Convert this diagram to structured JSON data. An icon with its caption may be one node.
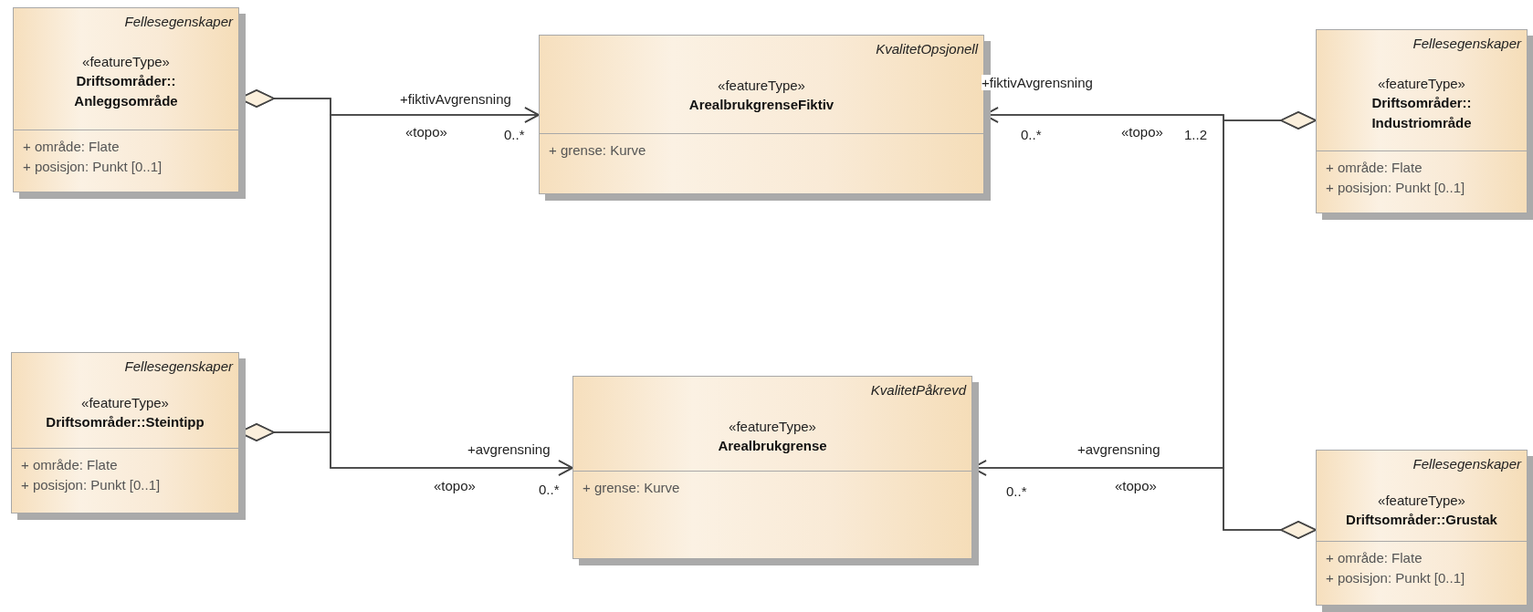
{
  "diagram": {
    "nodes": [
      {
        "text": [
          "Fellesegenskaper",
          "«featureType»",
          "Driftsområder:: Anleggsområde",
          "+ område: Flate",
          "+ posisjon: Punkt [0..1]"
        ]
      },
      {
        "text": [
          "KvalitetOpsjonell",
          "«featureType»",
          "ArealbrukgrenseFiktiv",
          "+ grense: Kurve"
        ]
      },
      {
        "text": [
          "Fellesegenskaper",
          "«featureType»",
          "Driftsområder:: Industriområde",
          "+ område: Flate",
          "+ posisjon: Punkt [0..1]"
        ]
      },
      {
        "text": [
          "Fellesegenskaper",
          "«featureType»",
          "Driftsområder::Steintipp",
          "+ område: Flate",
          "+ posisjon: Punkt [0..1]"
        ]
      },
      {
        "text": [
          "KvalitetPåkrevd",
          "«featureType»",
          "Arealbrukgrense",
          "+ grense: Kurve"
        ]
      },
      {
        "text": [
          "Fellesegenskaper",
          "«featureType»",
          "Driftsområder::Grustak",
          "+ område: Flate",
          "+ posisjon: Punkt [0..1]"
        ]
      }
    ],
    "edges": [
      {
        "from": 0,
        "to": 1,
        "arrow": "to",
        "label": "+fiktivAvgrensning"
      },
      {
        "from": 0,
        "to": 4,
        "arrow": "to"
      },
      {
        "from": 3,
        "to": 1,
        "arrow": "to"
      },
      {
        "from": 3,
        "to": 4,
        "arrow": "to",
        "label": "+avgrensning"
      },
      {
        "from": 2,
        "to": 1,
        "arrow": "to",
        "label": "+fiktivAvgrensning"
      },
      {
        "from": 2,
        "to": 4,
        "arrow": "to"
      },
      {
        "from": 5,
        "to": 1,
        "arrow": "to"
      },
      {
        "from": 5,
        "to": 4,
        "arrow": "to",
        "label": "+avgrensning"
      }
    ],
    "labels": [
      "«topo»",
      "0..*",
      "0..*",
      "«topo»",
      "1..2",
      "«topo»",
      "0..*",
      "0..*",
      "«topo»"
    ]
  }
}
